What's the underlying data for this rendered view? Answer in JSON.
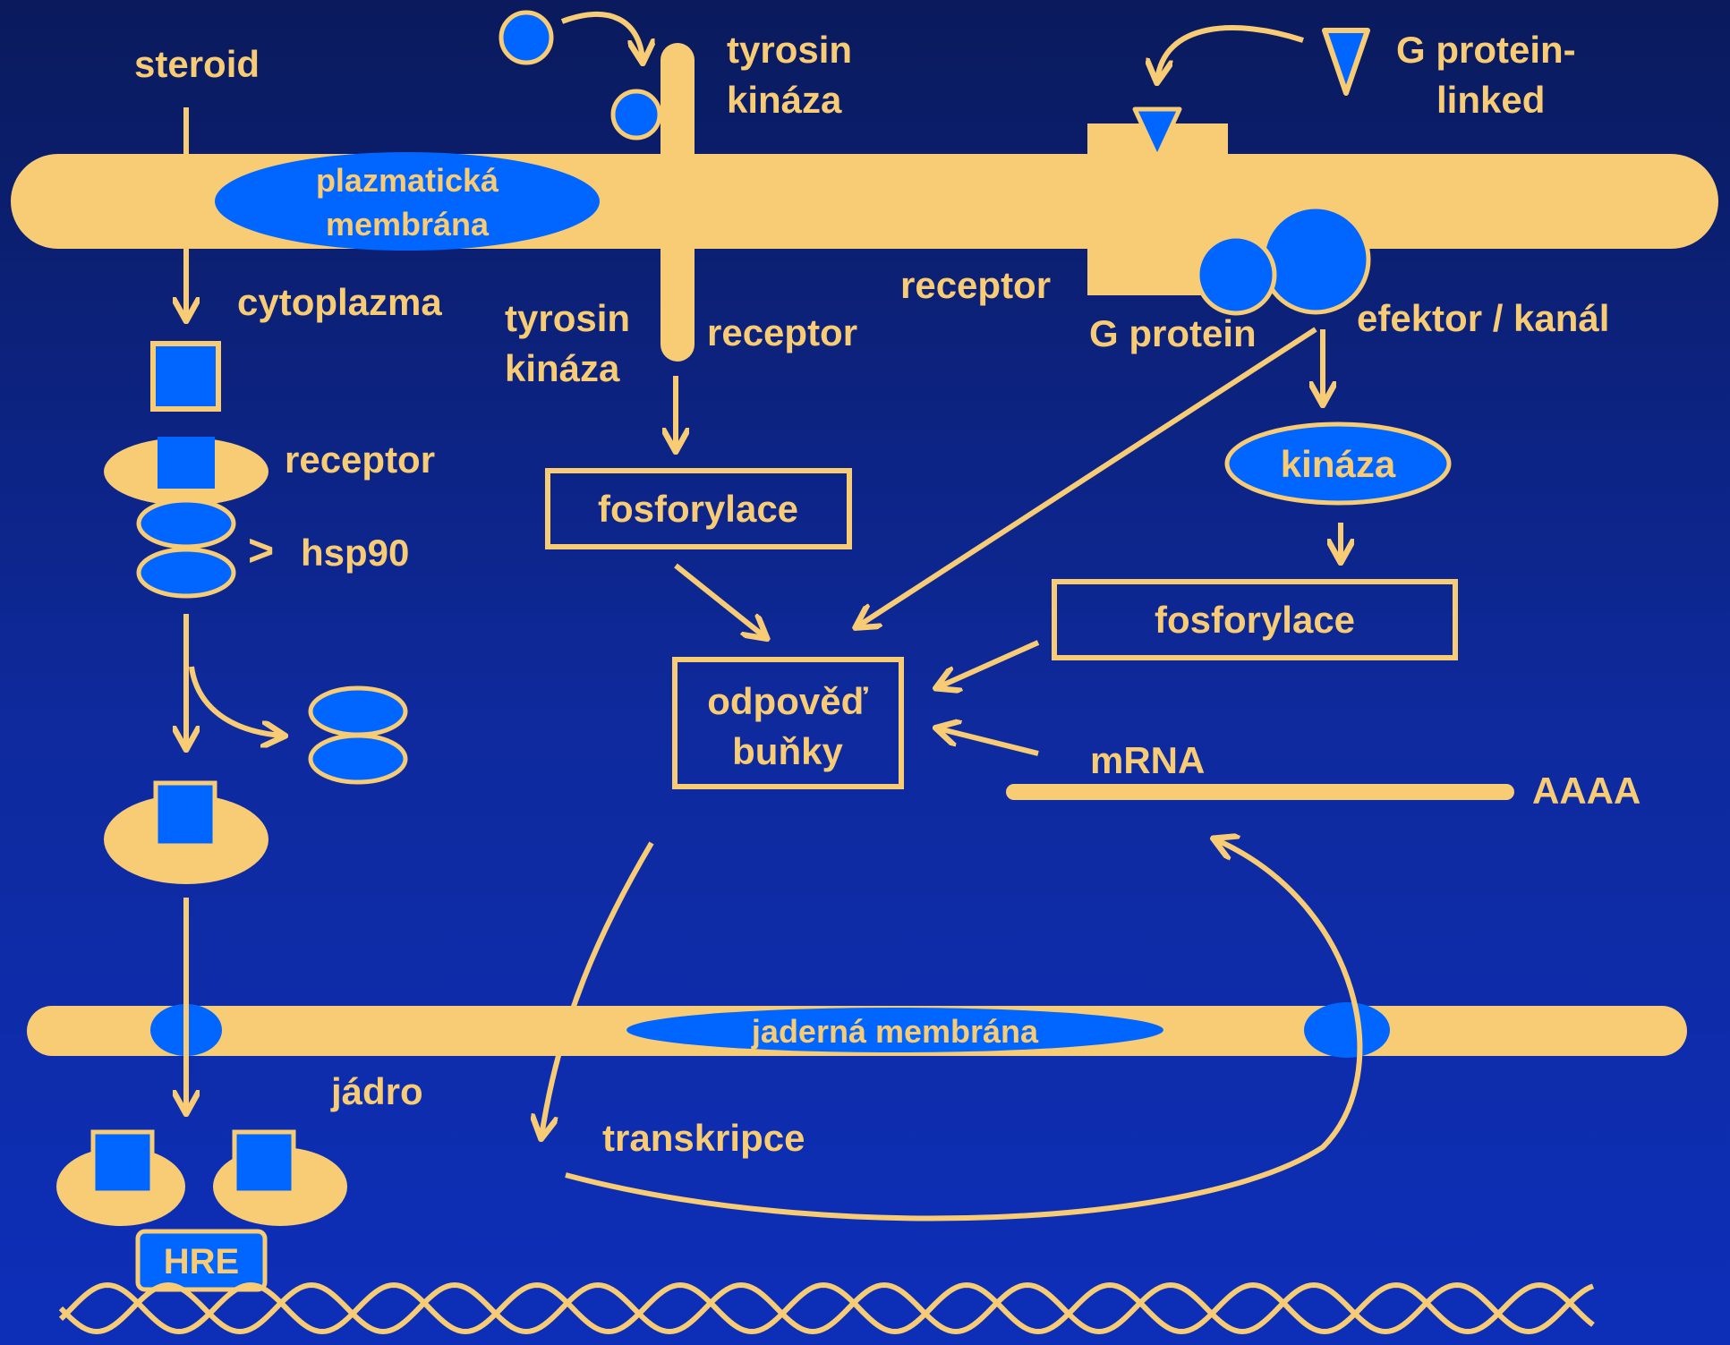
{
  "colors": {
    "background": "#0e2a9e",
    "accent": "#f8cc74",
    "shape_blue": "#0066ff",
    "text": "#f8cc74",
    "membrane_label_text": "#f8cc74"
  },
  "labels": {
    "steroid": "steroid",
    "tyrosin_kinase_top_1": "tyrosin",
    "tyrosin_kinase_top_2": "kináza",
    "g_protein_linked_1": "G protein-",
    "g_protein_linked_2": "linked",
    "plasma_membrane_1": "plazmatická",
    "plasma_membrane_2": "membrána",
    "cytoplasm": "cytoplazma",
    "tyrosin_kinase_receptor_1": "tyrosin",
    "tyrosin_kinase_receptor_2": "kináza",
    "tk_receptor": "receptor",
    "g_receptor": "receptor",
    "g_protein": "G protein",
    "effector": "efektor / kanál",
    "steroid_receptor": "receptor",
    "hsp90_bracket": ">",
    "hsp90": "hsp90",
    "phosphorylation_left": "fosforylace",
    "kinase": "kináza",
    "phosphorylation_right": "fosforylace",
    "cell_response_1": "odpověď",
    "cell_response_2": "buňky",
    "mrna": "mRNA",
    "poly_a": "AAAA",
    "nuclear_membrane": "jaderná membrána",
    "nucleus": "jádro",
    "transcription": "transkripce",
    "hre": "HRE"
  }
}
